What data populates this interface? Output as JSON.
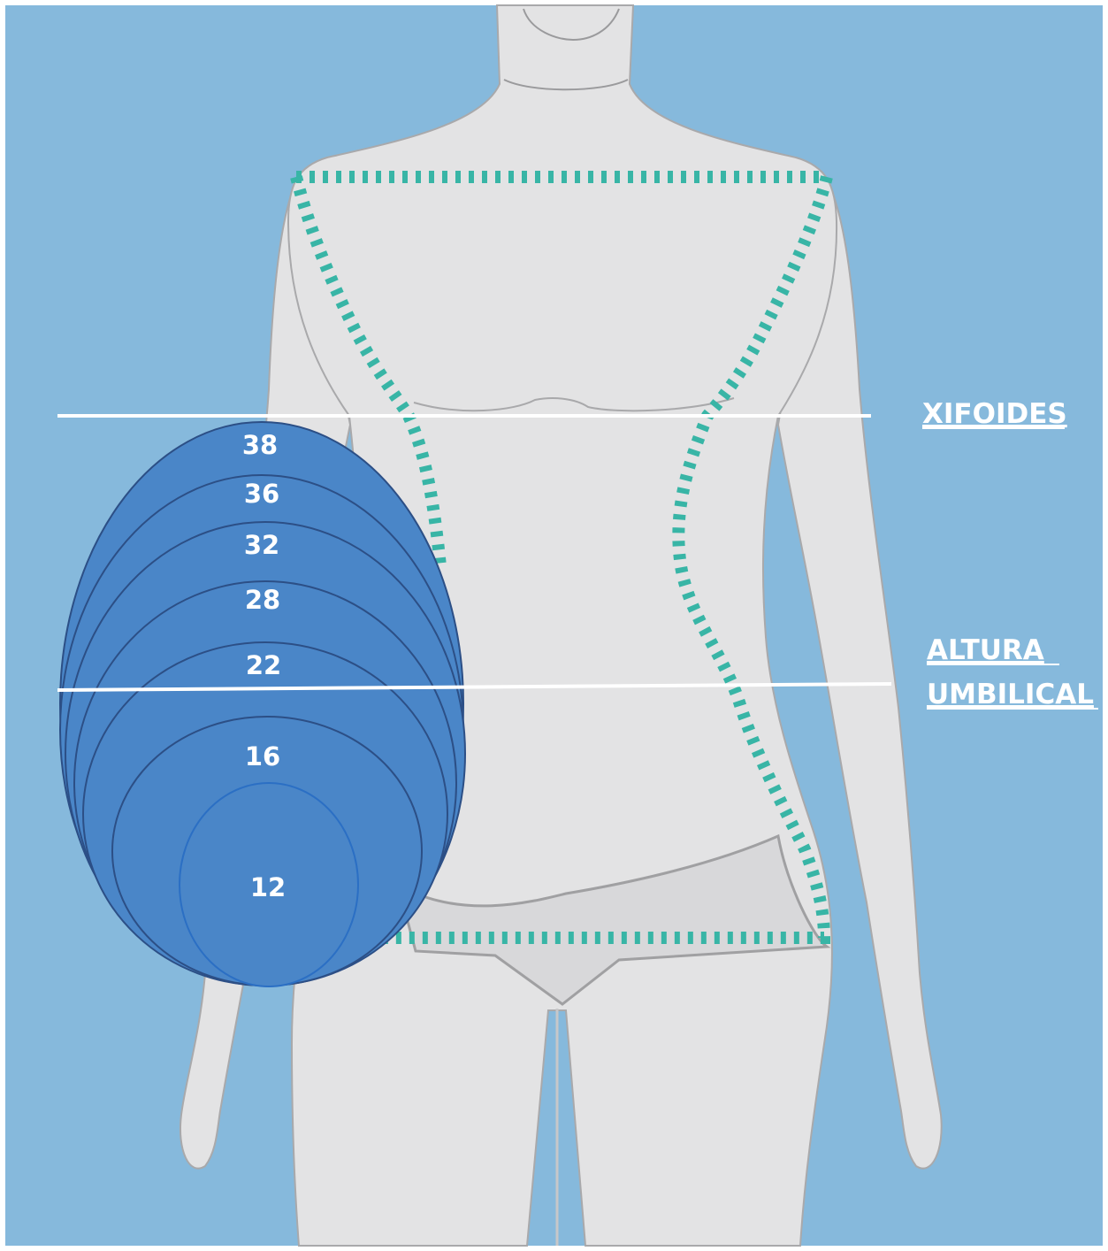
{
  "colors": {
    "background": "#86b9dc",
    "figure": "#e3e3e4",
    "figure_outline": "#a9a9ab",
    "dashed_outline": "#38b5a6",
    "ellipse_fill": "#4a86c8",
    "ellipse_stroke": "#2c4f86",
    "reference_line": "#ffffff"
  },
  "levels": {
    "xifoides": "XIFOIDES",
    "altura_line1": "ALTURA ",
    "altura_line2": "UMBILICAL"
  },
  "rings": [
    "38",
    "36",
    "32",
    "28",
    "22",
    "16",
    "12"
  ]
}
